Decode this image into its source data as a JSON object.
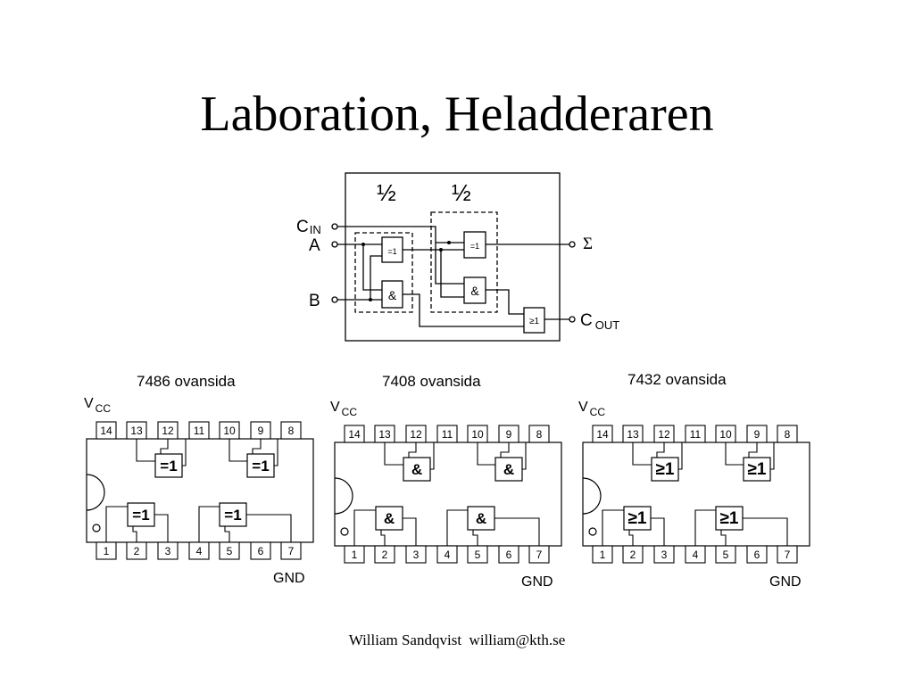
{
  "slide": {
    "title": "Laboration, Heladderaren",
    "footer": "William Sandqvist  william@kth.se"
  },
  "adder": {
    "half_label_1": "½",
    "half_label_2": "½",
    "cin_main": "C",
    "cin_sub": "IN",
    "a_label": "A",
    "b_label": "B",
    "sum_label": "Σ",
    "cout_main": "C",
    "cout_sub": "OUT",
    "xor_gate_label": "=1",
    "and_gate_label": "&",
    "or_gate_label": "≥1"
  },
  "chips": [
    {
      "title": "7486 ovansida",
      "vcc_main": "V",
      "vcc_sub": "CC",
      "gnd": "GND",
      "gate_label": "=1",
      "gate_type": "xor"
    },
    {
      "title": "7408 ovansida",
      "vcc_main": "V",
      "vcc_sub": "CC",
      "gnd": "GND",
      "gate_label": "&",
      "gate_type": "and"
    },
    {
      "title": "7432 ovansida",
      "vcc_main": "V",
      "vcc_sub": "CC",
      "gnd": "GND",
      "gate_label": "≥1",
      "gate_type": "or"
    }
  ],
  "pins": {
    "top": [
      "14",
      "13",
      "12",
      "11",
      "10",
      "9",
      "8"
    ],
    "bottom": [
      "1",
      "2",
      "3",
      "4",
      "5",
      "6",
      "7"
    ]
  }
}
